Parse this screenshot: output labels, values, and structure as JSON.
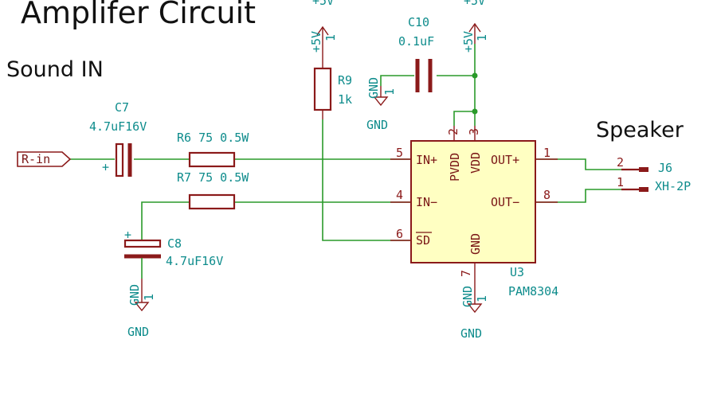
{
  "slide": {
    "title": "Amplifer Circuit",
    "sound_in_label": "Sound IN",
    "speaker_label": "Speaker"
  },
  "ic": {
    "ref": "U3",
    "value": "PAM8304",
    "pins": {
      "in_plus": {
        "num": "5",
        "name": "IN+"
      },
      "in_minus": {
        "num": "4",
        "name": "IN−"
      },
      "sd": {
        "num": "6",
        "name": "SD"
      },
      "out_plus": {
        "num": "1",
        "name": "OUT+"
      },
      "out_minus": {
        "num": "8",
        "name": "OUT−"
      },
      "pvdd": {
        "num": "2",
        "name": "PVDD"
      },
      "vdd": {
        "num": "3",
        "name": "VDD"
      },
      "gnd": {
        "num": "7",
        "name": "GND"
      }
    }
  },
  "components": {
    "c7": {
      "ref": "C7",
      "value": "4.7uF16V",
      "polarity": "+"
    },
    "c8": {
      "ref": "C8",
      "value": "4.7uF16V",
      "polarity": "+"
    },
    "c10": {
      "ref": "C10",
      "value": "0.1uF"
    },
    "r6": {
      "ref": "R6",
      "value": "75 0.5W",
      "full": "R6 75 0.5W"
    },
    "r7": {
      "ref": "R7",
      "value": "75 0.5W",
      "full": "R7 75 0.5W"
    },
    "r9": {
      "ref": "R9",
      "value": "1k"
    },
    "j6": {
      "ref": "J6",
      "value": "XH-2P",
      "pin_top": "2",
      "pin_bottom": "1"
    }
  },
  "power": {
    "vcc_label": "+5V",
    "gnd_label": "GND",
    "pin_one": "1"
  },
  "input_label": "R-in"
}
